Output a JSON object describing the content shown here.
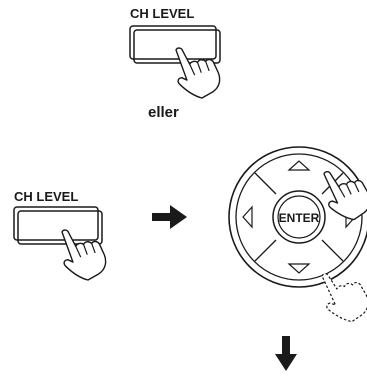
{
  "top_button": {
    "label": "CH LEVEL"
  },
  "separator": {
    "text": "eller"
  },
  "left_button": {
    "label": "CH LEVEL"
  },
  "remote_pad": {
    "center_label": "ENTER"
  },
  "arrows": {
    "right": "arrow-right-icon",
    "down": "arrow-down-icon"
  },
  "colors": {
    "ink": "#1a1a1a",
    "paper": "#ffffff"
  }
}
